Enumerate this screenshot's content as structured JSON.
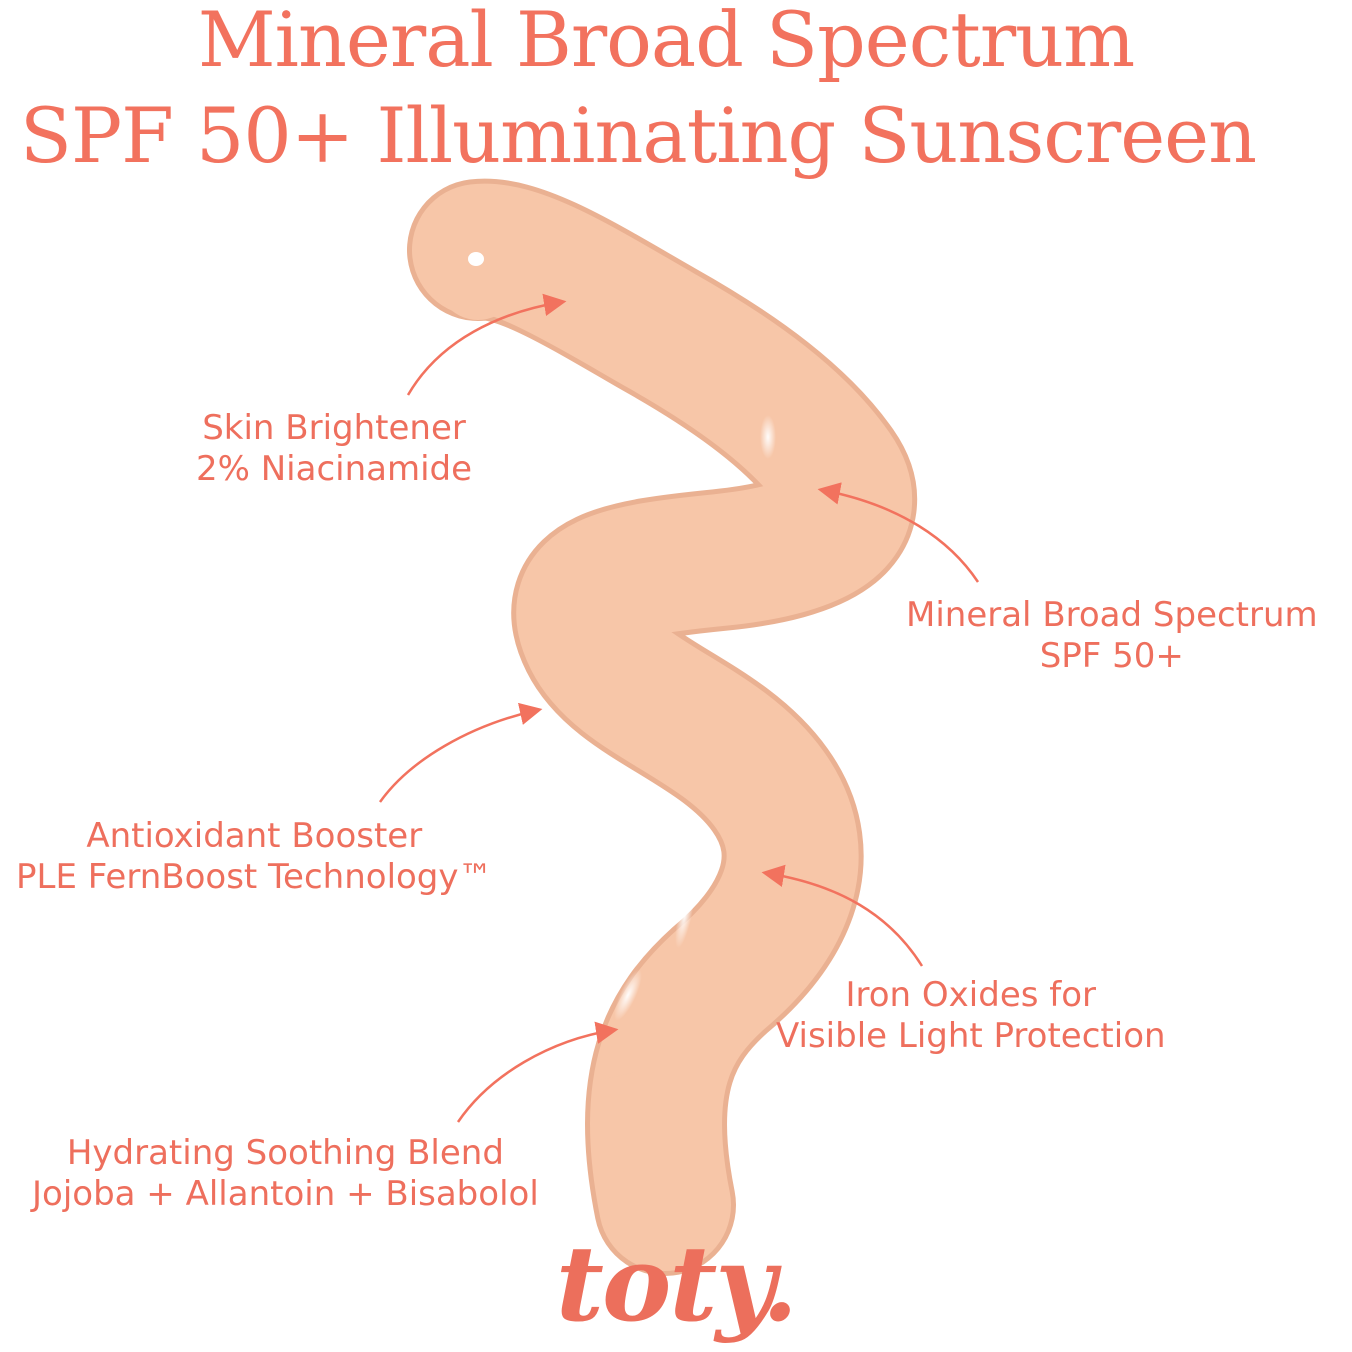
{
  "title": {
    "line1": "Mineral Broad Spectrum",
    "line2": "SPF 50+ Illuminating Sunscreen"
  },
  "callouts": {
    "skin_brightener": {
      "line1": "Skin Brightener",
      "line2": "2% Niacinamide"
    },
    "mineral_spf": {
      "line1": "Mineral Broad Spectrum",
      "line2": "SPF 50+"
    },
    "antioxidant": {
      "line1": "Antioxidant Booster",
      "line2": "PLE FernBoost Technology™"
    },
    "iron_oxides": {
      "line1": "Iron Oxides for",
      "line2": "Visible Light Protection"
    },
    "hydrating": {
      "line1": "Hydrating Soothing Blend",
      "line2": "Jojoba + Allantoin + Bisabolol"
    }
  },
  "brand": "toty.",
  "colors": {
    "accent": "#f2725e",
    "swatch": "#f6c4a6",
    "swatch_shadow": "#e9ad8c",
    "background": "#ffffff"
  }
}
